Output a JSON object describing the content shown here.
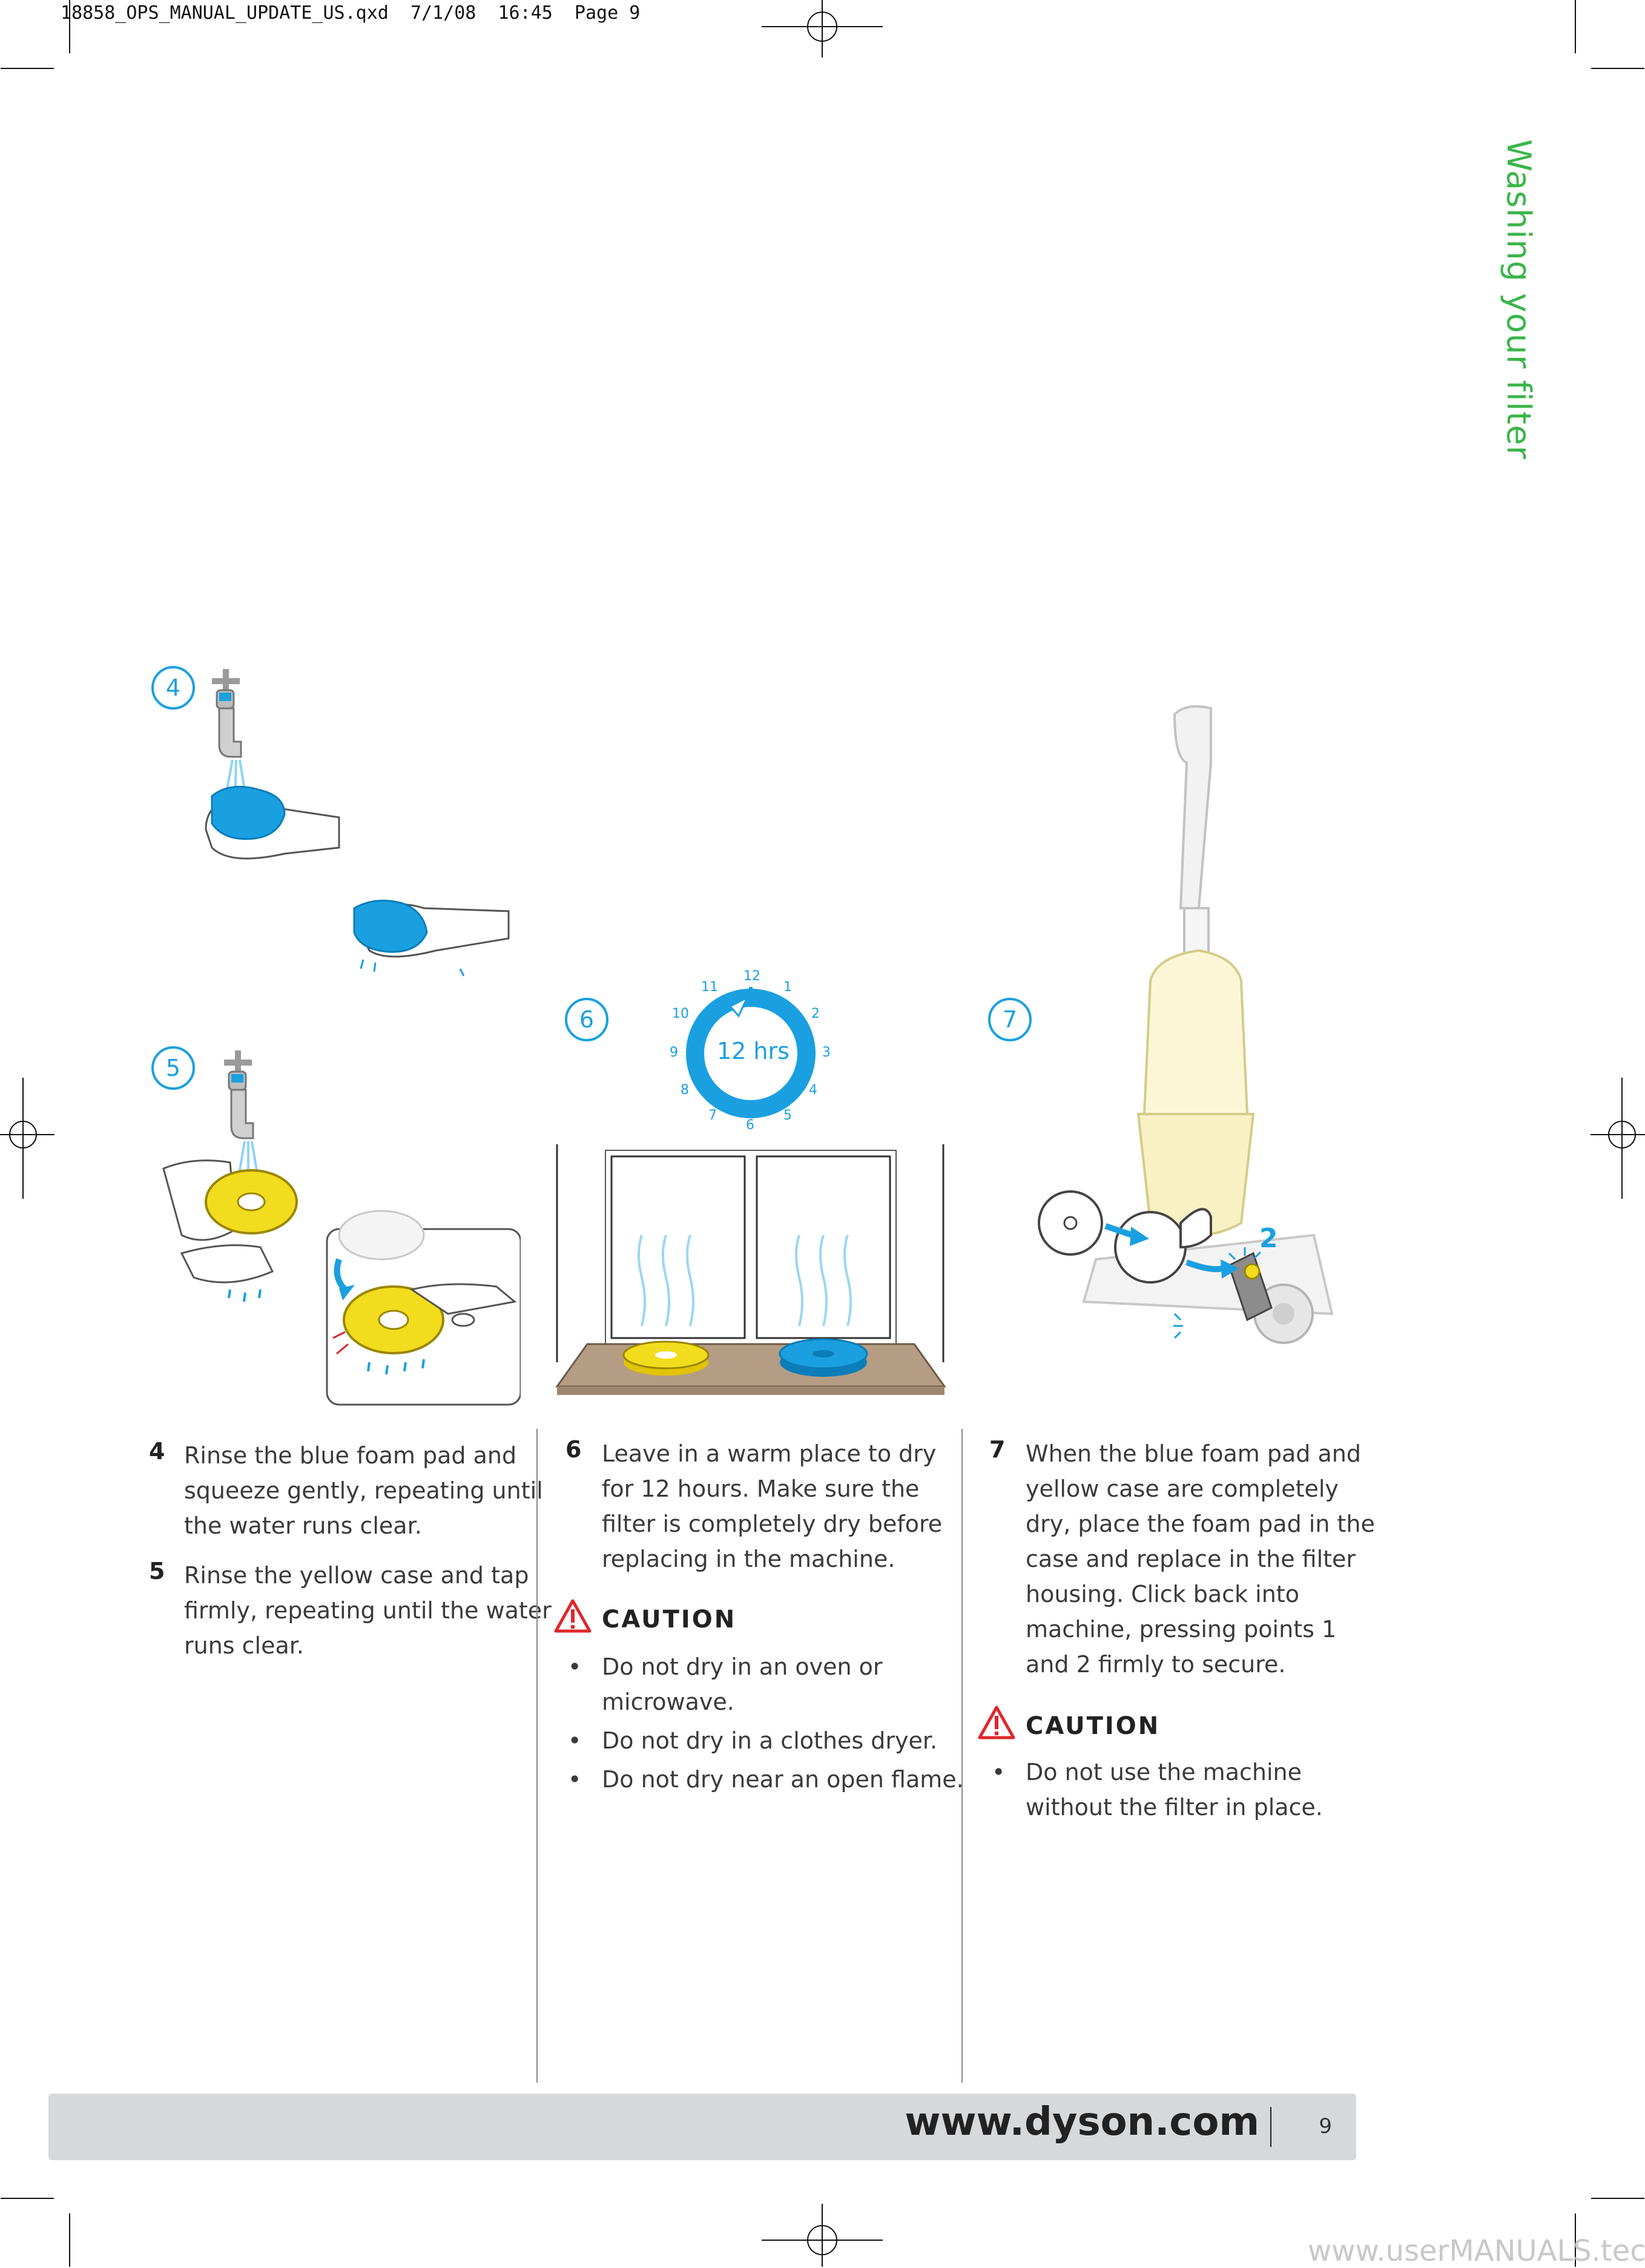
{
  "slug": "18858_OPS_MANUAL_UPDATE_US.qxd  7/1/08  16:45  Page 9",
  "section_title": "Washing your filter",
  "steps": {
    "s4": {
      "label": "4",
      "text_lines": [
        "Rinse the blue foam pad and",
        "squeeze gently, repeating until",
        "the water runs clear."
      ]
    },
    "s5": {
      "label": "5",
      "text_lines": [
        "Rinse the yellow case and tap",
        "firmly, repeating until the water",
        "runs clear."
      ]
    },
    "s6": {
      "label": "6",
      "text_lines": [
        "Leave in a warm place to dry",
        "for 12 hours. Make sure the",
        "filter is completely dry before",
        "replacing in the machine."
      ]
    },
    "s7": {
      "label": "7",
      "text_lines": [
        "When the blue foam pad and",
        "yellow case are completely",
        "dry, place the foam pad in the",
        "case and replace in the filter",
        "housing. Click back into",
        "machine, pressing points 1",
        "and 2 firmly to secure."
      ]
    }
  },
  "caution1": {
    "heading": "CAUTION",
    "bullets": [
      [
        "Do not dry in an oven or",
        "microwave."
      ],
      [
        "Do not dry in a clothes dryer."
      ],
      [
        "Do not dry near an open flame."
      ]
    ]
  },
  "caution2": {
    "heading": "CAUTION",
    "bullets": [
      [
        "Do not use the machine",
        "without the filter in place."
      ]
    ]
  },
  "clock": {
    "center_label": "12 hrs",
    "numbers": [
      "12",
      "1",
      "2",
      "3",
      "4",
      "5",
      "6",
      "7",
      "8",
      "9",
      "10",
      "11"
    ]
  },
  "vacuum_callout": "2",
  "footer": {
    "url": "www.dyson.com",
    "page": "9"
  },
  "watermark": "www.userMANUALS.tech",
  "colors": {
    "accent_blue": "#1aa0e0",
    "title_green": "#3ab54a",
    "caution_red": "#e0262b",
    "yellow": "#f2dc1e"
  }
}
